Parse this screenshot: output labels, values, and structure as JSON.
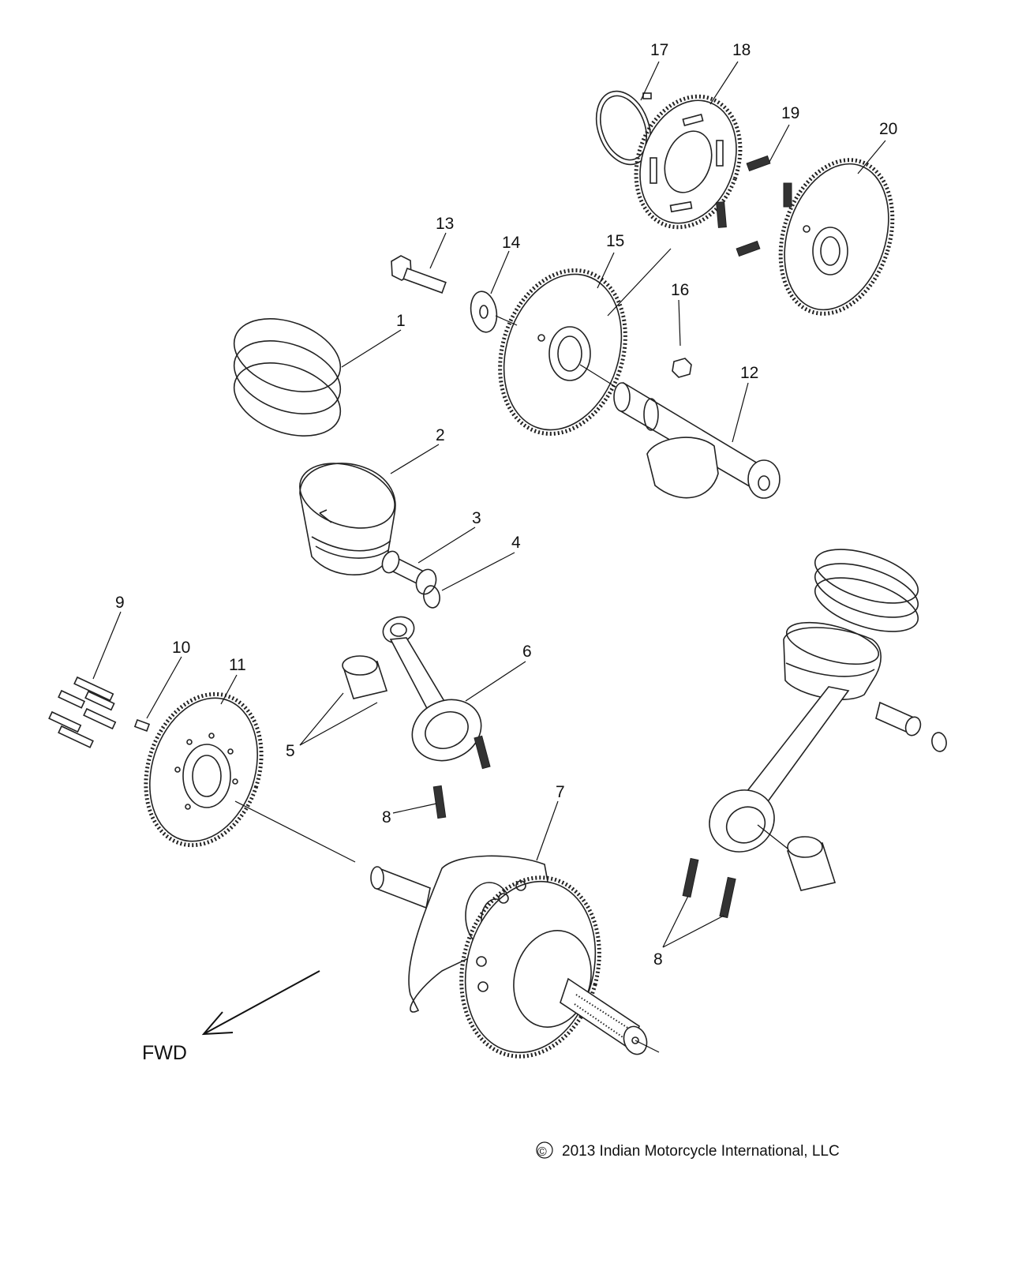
{
  "diagram": {
    "callouts": {
      "c1": "1",
      "c2": "2",
      "c3": "3",
      "c4": "4",
      "c5": "5",
      "c6": "6",
      "c7": "7",
      "c8a": "8",
      "c8b": "8",
      "c9": "9",
      "c10": "10",
      "c11": "11",
      "c12": "12",
      "c13": "13",
      "c14": "14",
      "c15": "15",
      "c16": "16",
      "c17": "17",
      "c18": "18",
      "c19": "19",
      "c20": "20"
    },
    "direction_label": "FWD",
    "copyright": "2013 Indian Motorcycle International, LLC",
    "copyright_symbol": "©"
  }
}
